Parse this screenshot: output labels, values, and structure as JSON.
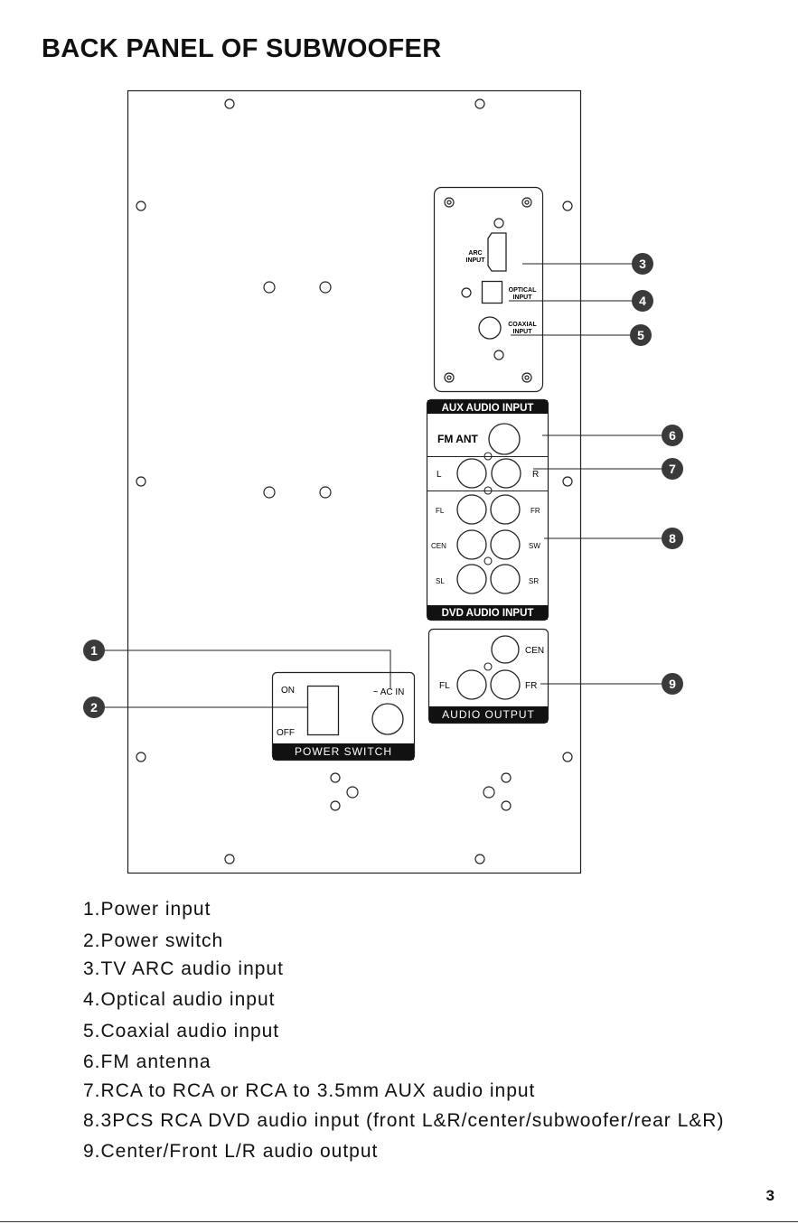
{
  "title": "BACK PANEL OF SUBWOOFER",
  "labels": {
    "arc_line1": "ARC",
    "arc_line2": "INPUT",
    "optical_line1": "OPTICAL",
    "optical_line2": "INPUT",
    "coaxial_line1": "COAXIAL",
    "coaxial_line2": "INPUT",
    "aux_audio_input": "AUX AUDIO INPUT",
    "fm_ant": "FM ANT",
    "aux_l": "L",
    "aux_r": "R",
    "fl": "FL",
    "fr": "FR",
    "cen": "CEN",
    "sw": "SW",
    "sl": "SL",
    "sr": "SR",
    "dvd_audio_input": "DVD AUDIO INPUT",
    "out_cen": "CEN",
    "out_fl": "FL",
    "out_fr": "FR",
    "audio_output": "AUDIO OUTPUT",
    "on": "ON",
    "off": "OFF",
    "ac_in": "~ AC IN",
    "power_switch": "POWER SWITCH"
  },
  "callouts": [
    "1",
    "2",
    "3",
    "4",
    "5",
    "6",
    "7",
    "8",
    "9"
  ],
  "legend": [
    "1.Power input",
    "2.Power switch",
    "3.TV ARC audio input",
    "4.Optical audio input",
    "5.Coaxial audio input",
    "6.FM antenna",
    "7.RCA to RCA or RCA to 3.5mm AUX audio input",
    "8.3PCS RCA DVD audio input (front L&R/center/subwoofer/rear L&R)",
    "9.Center/Front L/R audio output"
  ],
  "page_number": "3"
}
